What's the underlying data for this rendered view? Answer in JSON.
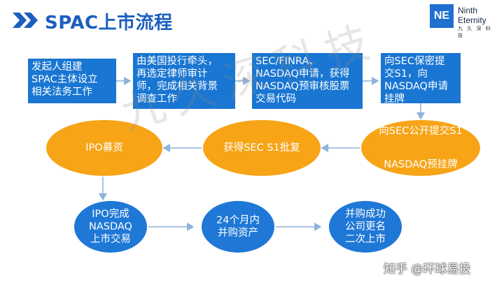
{
  "header": {
    "title": "SPAC上市流程"
  },
  "logo": {
    "mark": "NE",
    "line1": "Ninth",
    "line2": "Eternity",
    "line3": "九 久 深 科 技"
  },
  "steps_top": [
    "发起人组建\nSPAC主体设立\n相关法务工作",
    "由美国投行牵头，\n再选定律师审计\n师，完成相关背景\n调查工作",
    "SEC/FINRA、\nNASDAQ申请，获得\nNASDAQ预审核股票\n交易代码",
    "向SEC保密提\n交S1，向\nNASDAQ申请\n挂牌"
  ],
  "steps_middle": [
    "IPO募资",
    "获得SEC  S1批复",
    "向SEC公开提交S1\n\nNASDAQ预挂牌"
  ],
  "steps_bottom": [
    "IPO完成\nNASDAQ\n上市交易",
    "24个月内\n并购资产",
    "并购成功\n公司更名\n二次上市"
  ],
  "watermark": "九久深科技",
  "source_mark": "知乎 @环球易投",
  "colors": {
    "title": "#1b5fbf",
    "box": "#1976d2",
    "oval": "#f7a417",
    "circle": "#1f78d6",
    "arrow": "#8fb3d9"
  }
}
